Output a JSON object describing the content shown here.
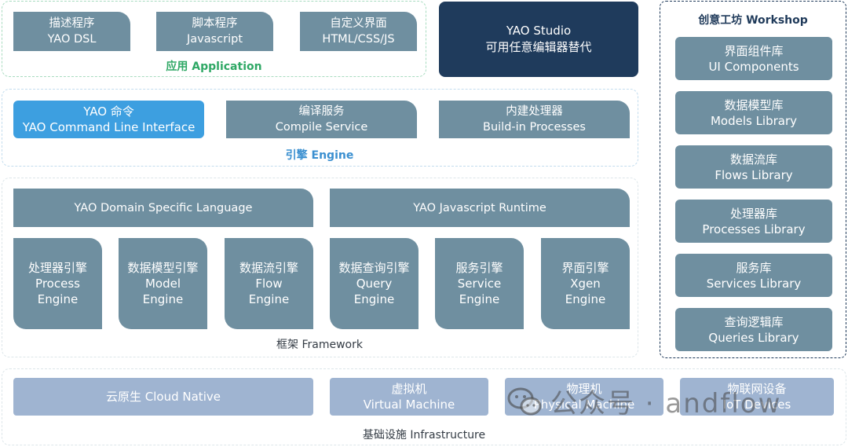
{
  "application": {
    "label": "应用 Application",
    "boxes": [
      {
        "line1": "描述程序",
        "line2": "YAO DSL"
      },
      {
        "line1": "脚本程序",
        "line2": "Javascript"
      },
      {
        "line1": "自定义界面",
        "line2": "HTML/CSS/JS"
      }
    ]
  },
  "studio": {
    "line1": "YAO Studio",
    "line2": "可用任意编辑器替代"
  },
  "engine": {
    "label": "引擎 Engine",
    "boxes": [
      {
        "line1": "YAO 命令",
        "line2": "YAO Command Line Interface"
      },
      {
        "line1": "编译服务",
        "line2": "Compile Service"
      },
      {
        "line1": "内建处理器",
        "line2": "Build-in Processes"
      }
    ]
  },
  "framework": {
    "label": "框架 Framework",
    "dsl": "YAO Domain Specific Language",
    "runtime": "YAO Javascript Runtime",
    "engines": [
      {
        "cn": "处理器引擎",
        "en1": "Process",
        "en2": "Engine"
      },
      {
        "cn": "数据模型引擎",
        "en1": "Model",
        "en2": "Engine"
      },
      {
        "cn": "数据流引擎",
        "en1": "Flow",
        "en2": "Engine"
      },
      {
        "cn": "数据查询引擎",
        "en1": "Query",
        "en2": "Engine"
      },
      {
        "cn": "服务引擎",
        "en1": "Service",
        "en2": "Engine"
      },
      {
        "cn": "界面引擎",
        "en1": "Xgen",
        "en2": "Engine"
      }
    ]
  },
  "workshop": {
    "label": "创意工坊 Workshop",
    "items": [
      {
        "cn": "界面组件库",
        "en": "UI Components"
      },
      {
        "cn": "数据模型库",
        "en": "Models Library"
      },
      {
        "cn": "数据流库",
        "en": "Flows Library"
      },
      {
        "cn": "处理器库",
        "en": "Processes Library"
      },
      {
        "cn": "服务库",
        "en": "Services Library"
      },
      {
        "cn": "查询逻辑库",
        "en": "Queries Library"
      }
    ]
  },
  "infrastructure": {
    "label": "基础设施 Infrastructure",
    "items": [
      {
        "line1": "云原生 Cloud Native",
        "line2": ""
      },
      {
        "line1": "虚拟机",
        "line2": "Virtual Machine"
      },
      {
        "line1": "物理机",
        "line2": "Physical Machine"
      },
      {
        "line1": "物联网设备",
        "line2": "IoT Devices"
      }
    ]
  },
  "watermark": {
    "text": "公众号 · andflow",
    "icon": "wechat-icon"
  }
}
